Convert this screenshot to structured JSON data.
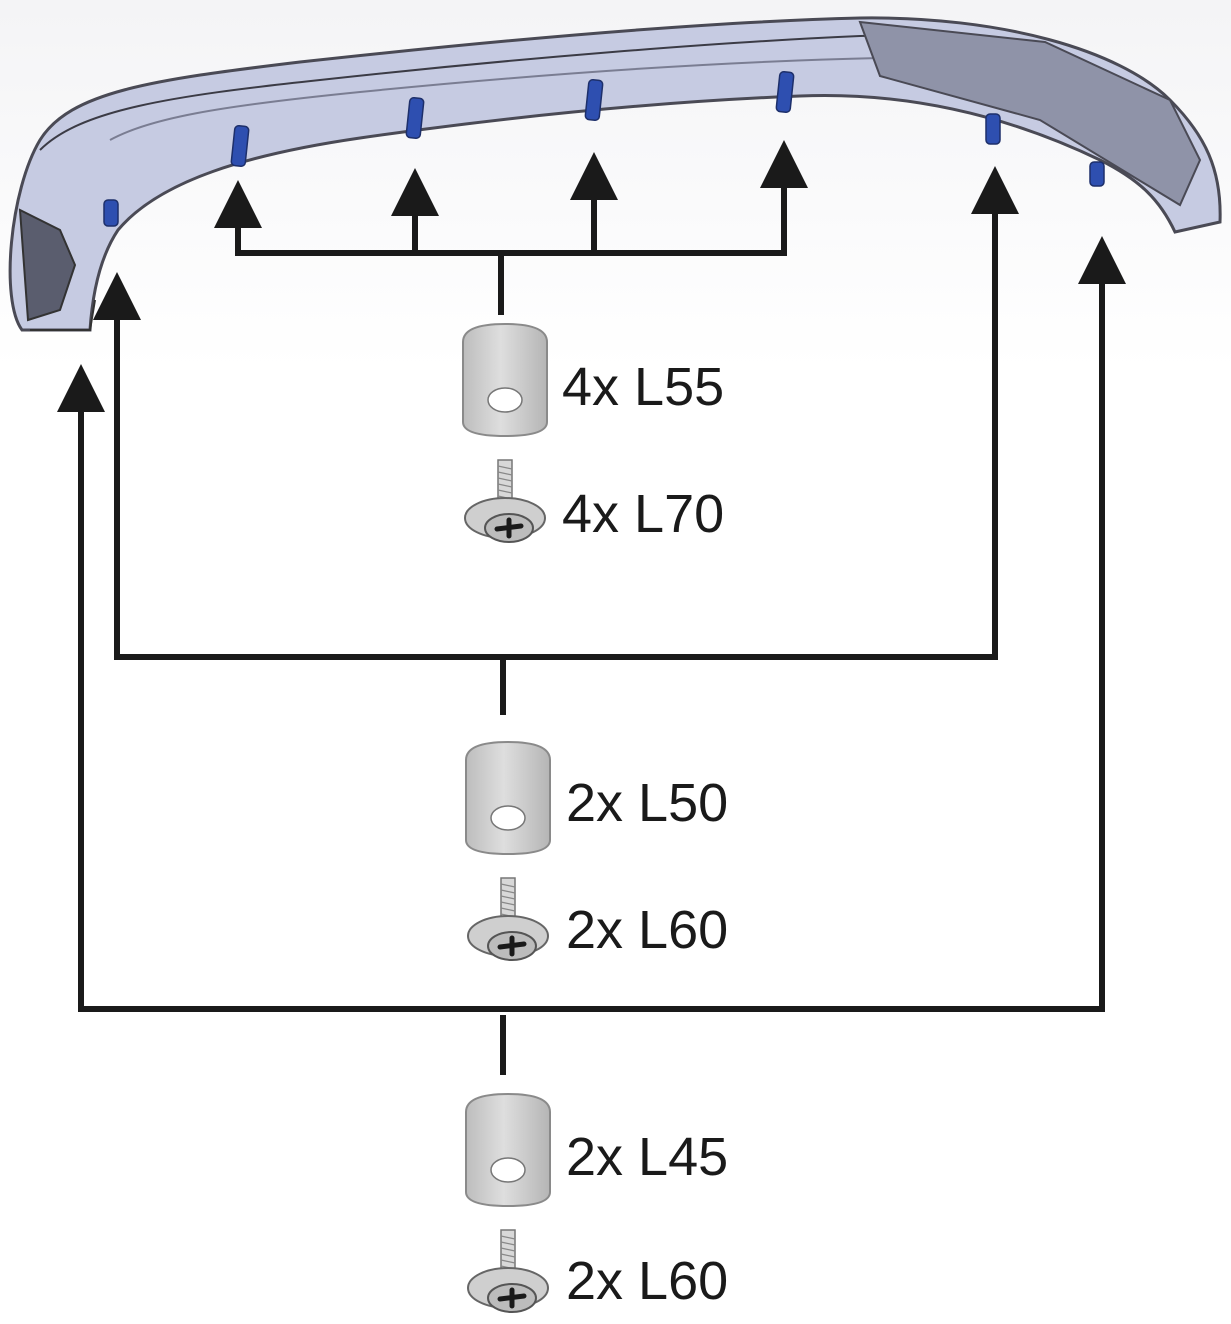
{
  "groups": [
    {
      "spacer": "4x L55",
      "screw": "4x L70"
    },
    {
      "spacer": "2x L50",
      "screw": "2x L60"
    },
    {
      "spacer": "2x L45",
      "screw": "2x L60"
    }
  ],
  "colors": {
    "line": "#1a1a1a",
    "part_fill": "#c8cce0",
    "part_edge": "#4a4a55",
    "stud": "#2e4fb0",
    "hardware": "#d2d2d2"
  },
  "icons": [
    "spoiler-part",
    "spacer-icon",
    "screw-icon",
    "arrow-up-icon"
  ]
}
